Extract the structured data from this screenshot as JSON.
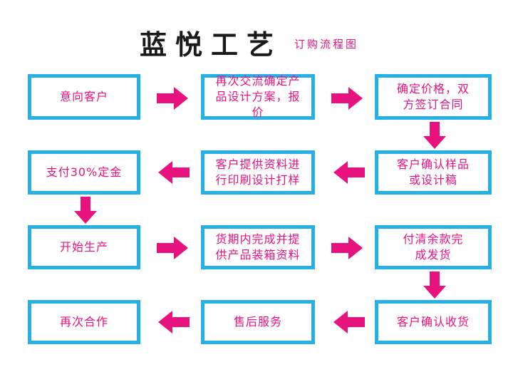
{
  "header": {
    "title": "蓝悦工艺",
    "subtitle": "订购流程图"
  },
  "steps": [
    {
      "id": "s1",
      "label": "意向客户"
    },
    {
      "id": "s2",
      "label": "再次交流确定产品设计方案，报价"
    },
    {
      "id": "s3",
      "label": "确定价格，双方签订合同"
    },
    {
      "id": "s4",
      "label": "客户确认样品或设计稿"
    },
    {
      "id": "s5",
      "label": "客户提供资料进行印刷设计打样"
    },
    {
      "id": "s6",
      "label": "支付30%定金"
    },
    {
      "id": "s7",
      "label": "开始生产"
    },
    {
      "id": "s8",
      "label": "货期内完成并提供产品装箱资料"
    },
    {
      "id": "s9",
      "label": "付清余款完成发货"
    },
    {
      "id": "s10",
      "label": "客户确认收货"
    },
    {
      "id": "s11",
      "label": "售后服务"
    },
    {
      "id": "s12",
      "label": "再次合作"
    }
  ],
  "colors": {
    "box_border": "#27b0e6",
    "text": "#e8127f",
    "arrow": "#e8127f",
    "title": "#1a1a1a"
  }
}
